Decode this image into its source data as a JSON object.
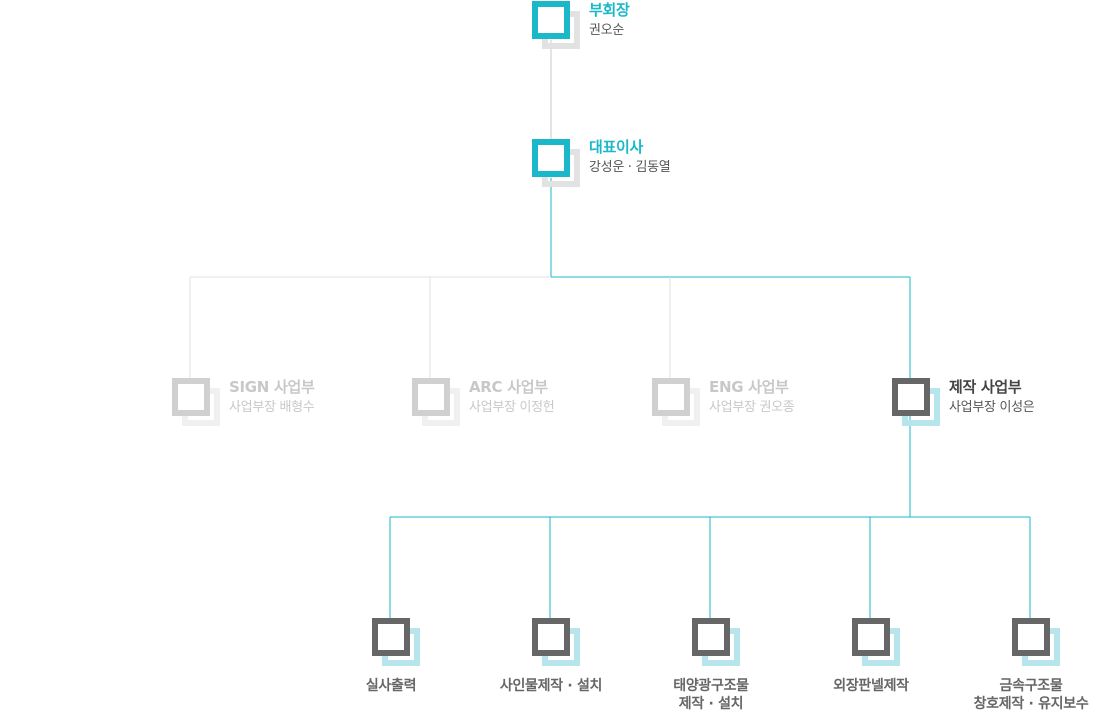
{
  "colors": {
    "accent": "#1ab8c8",
    "dark": "#666666",
    "faded": "#d0d0d0",
    "line_active": "#1ab8c8",
    "line_inactive": "#e0e0e0",
    "line_top": "#c8c8c8"
  },
  "top": [
    {
      "title": "부회장",
      "person": "권오순"
    },
    {
      "title": "대표이사",
      "person": "강성운 · 김동열"
    }
  ],
  "divisions": [
    {
      "title": "SIGN 사업부",
      "person": "사업부장 배형수",
      "state": "faded"
    },
    {
      "title": "ARC 사업부",
      "person": "사업부장 이정헌",
      "state": "faded"
    },
    {
      "title": "ENG 사업부",
      "person": "사업부장 권오종",
      "state": "faded"
    },
    {
      "title": "제작 사업부",
      "person": "사업부장 이성은",
      "state": "active"
    }
  ],
  "teams": [
    {
      "line1": "실사출력",
      "line2": ""
    },
    {
      "line1": "사인물제작 · 설치",
      "line2": ""
    },
    {
      "line1": "태양광구조물",
      "line2": "제작 · 설치"
    },
    {
      "line1": "외장판넬제작",
      "line2": ""
    },
    {
      "line1": "금속구조물",
      "line2": "창호제작 · 유지보수"
    }
  ]
}
